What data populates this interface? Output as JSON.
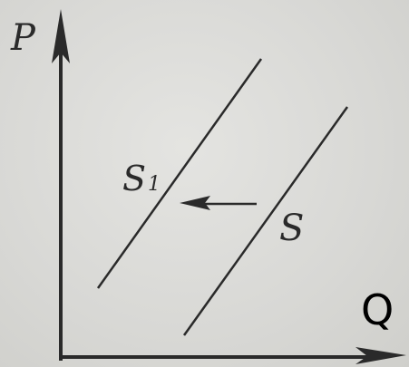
{
  "diagram": {
    "axes": {
      "y_label": "P",
      "x_label": "Q"
    },
    "curves": [
      {
        "label": "S",
        "label_subscript": "",
        "role": "original supply"
      },
      {
        "label": "S",
        "label_subscript": "1",
        "role": "shifted supply"
      }
    ],
    "shift_direction": "left",
    "colors": {
      "ink": "#2a2a2a",
      "background": "#d9d9d6"
    }
  }
}
